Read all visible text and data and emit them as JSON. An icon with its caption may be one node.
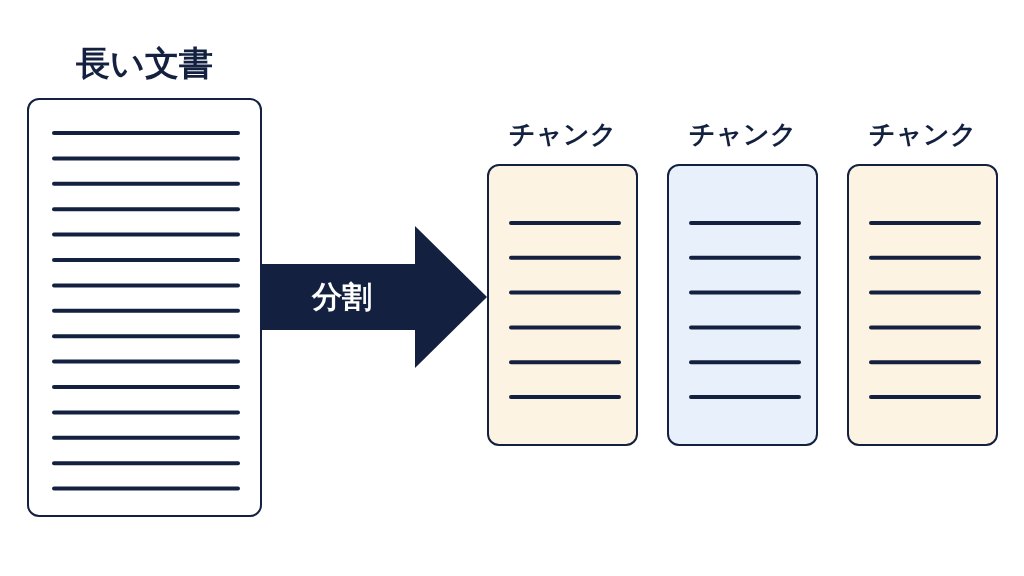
{
  "diagram": {
    "nodes": [
      {
        "text": [
          "長い文書"
        ]
      },
      {
        "text": [
          "チャンク"
        ]
      },
      {
        "text": [
          "チャンク"
        ]
      },
      {
        "text": [
          "チャンク"
        ]
      }
    ],
    "edges": [
      {
        "from": 0,
        "to": 1,
        "arrow": "to",
        "label": "分割"
      }
    ]
  }
}
